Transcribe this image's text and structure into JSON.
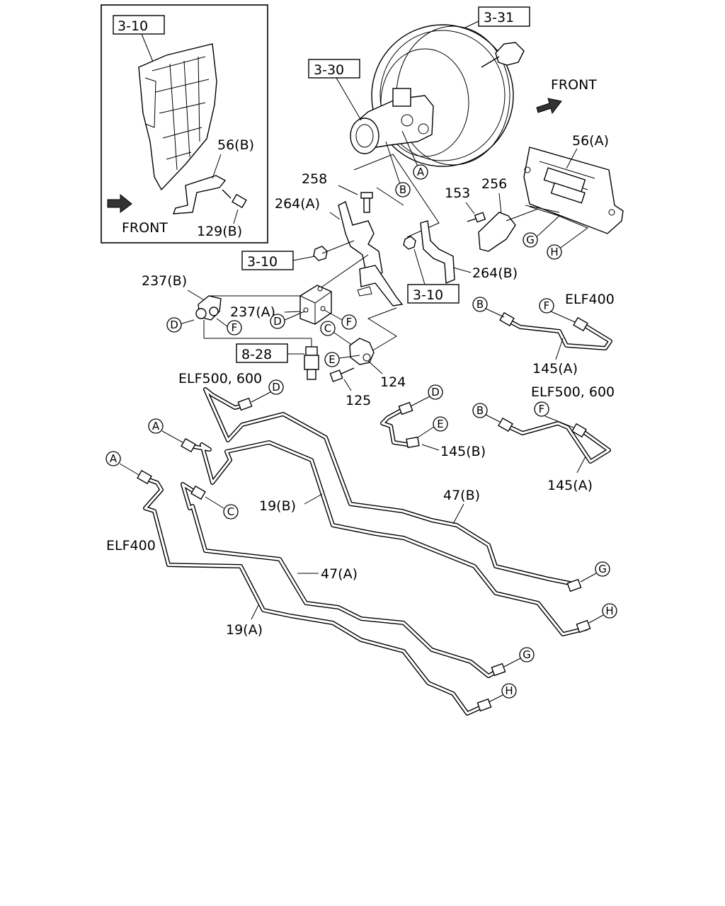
{
  "inset": {
    "ref": "3-10",
    "part_56b": "56(B)",
    "part_129b": "129(B)",
    "front": "FRONT"
  },
  "refs": {
    "r331": "3-31",
    "r330": "3-30",
    "r310a": "3-10",
    "r310b": "3-10",
    "r828": "8-28"
  },
  "labels": {
    "front": "FRONT",
    "p56a": "56(A)",
    "p258": "258",
    "p264a": "264(A)",
    "p153": "153",
    "p256": "256",
    "p264b": "264(B)",
    "p237b": "237(B)",
    "p237a": "237(A)",
    "p124": "124",
    "p125": "125",
    "p145a_top": "145(A)",
    "p145b": "145(B)",
    "p145a_bot": "145(A)",
    "p19b": "19(B)",
    "p47b": "47(B)",
    "p47a": "47(A)",
    "p19a": "19(A)",
    "elf400_right": "ELF400",
    "elf500_right": "ELF500, 600",
    "elf500_left": "ELF500, 600",
    "elf400_left": "ELF400"
  },
  "markers": {
    "A": "A",
    "B": "B",
    "C": "C",
    "D": "D",
    "E": "E",
    "F": "F",
    "G": "G",
    "H": "H"
  }
}
